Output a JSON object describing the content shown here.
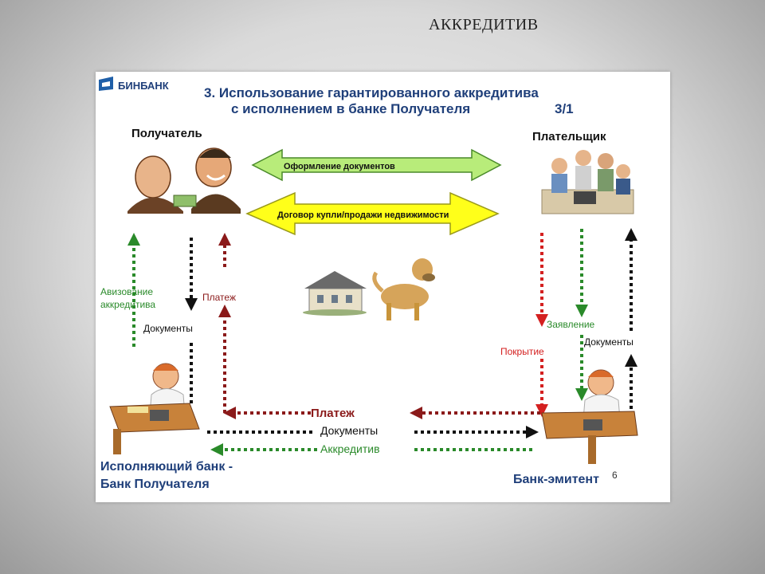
{
  "page": {
    "title": "АККРЕДИТИВ"
  },
  "slide": {
    "logo_text": "БИНБАНК",
    "heading_line1": "3. Использование гарантированного аккредитива",
    "heading_line2": "с исполнением в банке Получателя",
    "heading_number": "3/1",
    "receiver_label": "Получатель",
    "payer_label": "Плательщик",
    "arrow_documents_label": "Оформление документов",
    "arrow_contract_label": "Договор купли/продажи недвижимости",
    "left_labels": {
      "avizovanie_line1": "Авизование",
      "avizovanie_line2": "аккредитива",
      "platezh": "Платеж",
      "dokumenty": "Документы"
    },
    "right_labels": {
      "zayavlenie": "Заявление",
      "pokrytie": "Покрытие",
      "dokumenty": "Документы"
    },
    "middle_labels": {
      "platezh": "Платеж",
      "dokumenty": "Документы",
      "akkreditiv": "Аккредитив"
    },
    "left_bank_line1": "Исполняющий банк -",
    "left_bank_line2": "Банк Получателя",
    "right_bank": "Банк-эмитент",
    "page_number": "6"
  },
  "colors": {
    "blue_text": "#1f3f7a",
    "green": "#2a8a2a",
    "dark_red": "#8b1a1a",
    "red": "#d42020",
    "black": "#111111",
    "arrow_green_fill": "#b8ec7a",
    "arrow_yellow_fill": "#ffff1a"
  }
}
